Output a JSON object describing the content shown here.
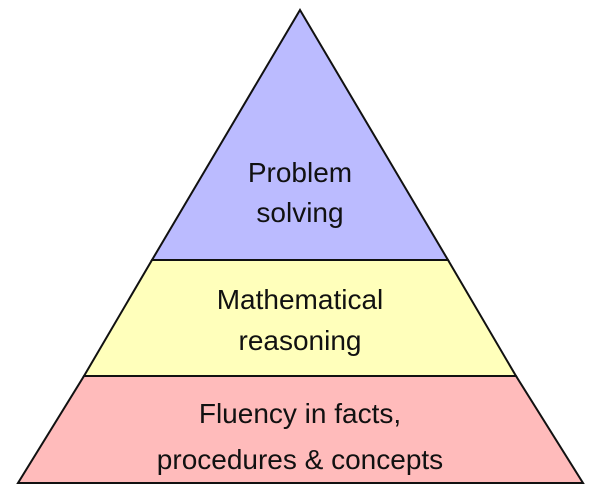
{
  "levels": [
    {
      "line1": "Problem",
      "line2": "solving",
      "color": "#bbbbff"
    },
    {
      "line1": "Mathematical",
      "line2": "reasoning",
      "color": "#ffffbb"
    },
    {
      "line1": "Fluency in facts,",
      "line2": "procedures & concepts",
      "color": "#ffbbbb"
    }
  ]
}
